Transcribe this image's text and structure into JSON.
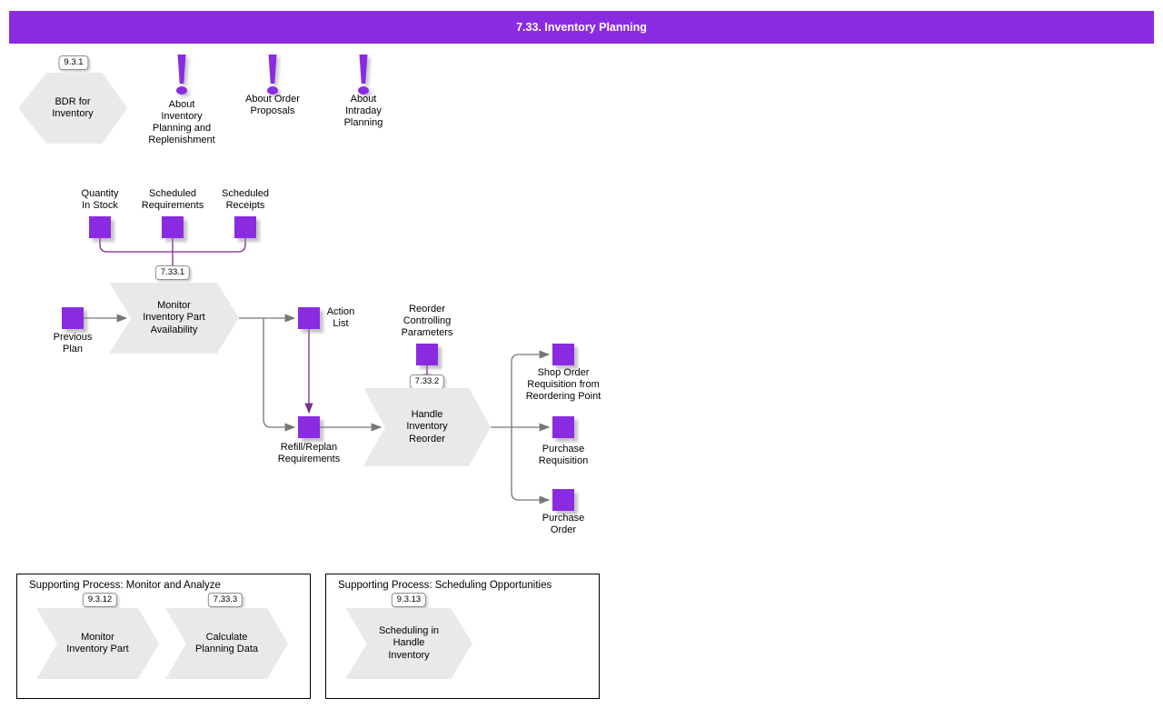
{
  "title_bar": {
    "title": "7.33. Inventory Planning"
  },
  "colors": {
    "header_purple": "#8A2BE2",
    "square_purple": "#8A2BE2",
    "wire_purple": "#7B2C88",
    "wire_gray": "#777777",
    "process_gray": "#E9E9E9"
  },
  "bdr": {
    "badge": "9.3.1",
    "label": "BDR for\nInventory"
  },
  "about": [
    {
      "label": "About\nInventory\nPlanning and\nReplenishment"
    },
    {
      "label": "About Order\nProposals"
    },
    {
      "label": "About\nIntraday\nPlanning"
    }
  ],
  "inputs": [
    {
      "label": "Quantity\nIn Stock"
    },
    {
      "label": "Scheduled\nRequirements"
    },
    {
      "label": "Scheduled\nReceipts"
    }
  ],
  "previous_plan": {
    "label": "Previous\nPlan"
  },
  "monitor": {
    "badge": "7.33.1",
    "label": "Monitor\nInventory Part\nAvailability"
  },
  "action_list": {
    "label": "Action\nList"
  },
  "refill": {
    "label": "Refill/Replan\nRequirements"
  },
  "reorder_params": {
    "badge": "7.33.2",
    "label": "Reorder\nControlling\nParameters"
  },
  "handle": {
    "label": "Handle\nInventory\nReorder"
  },
  "outputs": [
    {
      "label": "Shop Order\nRequisition from\nReordering Point"
    },
    {
      "label": "Purchase\nRequisition"
    },
    {
      "label": "Purchase\nOrder"
    }
  ],
  "support1": {
    "title": "Supporting Process: Monitor and Analyze",
    "steps": [
      {
        "badge": "9.3.12",
        "label": "Monitor\nInventory Part"
      },
      {
        "badge": "7.33.3",
        "label": "Calculate\nPlanning Data"
      }
    ]
  },
  "support2": {
    "title": "Supporting Process: Scheduling Opportunities",
    "steps": [
      {
        "badge": "9.3.13",
        "label": "Scheduling in\nHandle\nInventory"
      }
    ]
  }
}
